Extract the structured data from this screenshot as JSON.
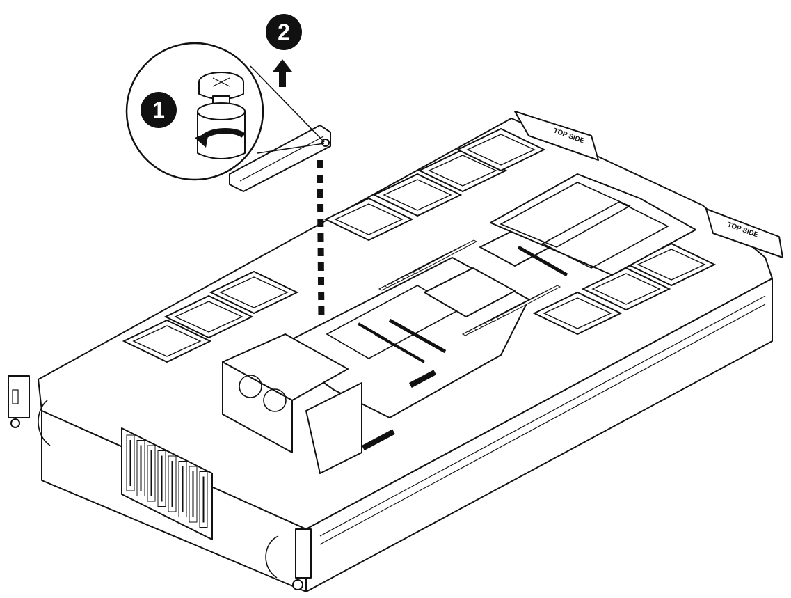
{
  "steps": [
    {
      "number": "1",
      "meaning": "rotate thumbscrew counter-clockwise"
    },
    {
      "number": "2",
      "meaning": "lift upward"
    }
  ],
  "labels": {
    "top_side_rear": "TOP SIDE",
    "top_side_right": "TOP SIDE"
  },
  "colors": {
    "line": "#111111",
    "background": "#ffffff",
    "step_badge": "#111111"
  }
}
